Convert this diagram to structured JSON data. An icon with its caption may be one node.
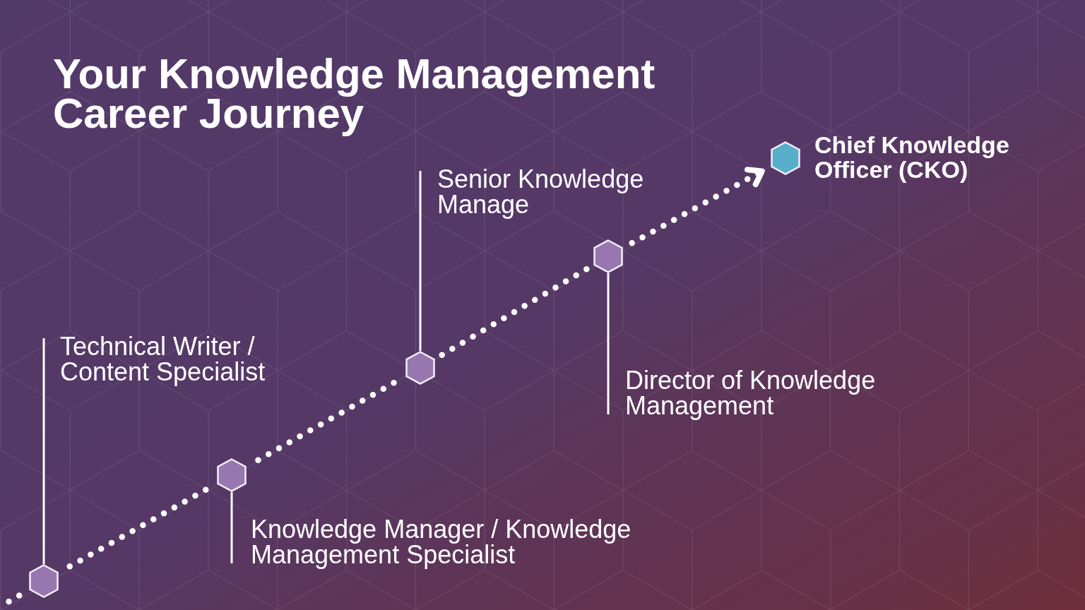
{
  "diagram": {
    "title": "Your Knowledge Management Career Journey",
    "nodes": [
      {
        "text": [],
        "shape": "hexagon"
      },
      {
        "text": [
          "Technical Writer / Content Specialist"
        ]
      },
      {
        "text": [],
        "shape": "hexagon"
      },
      {
        "text": [
          "Knowledge Manager / Knowledge Management Specialist"
        ]
      },
      {
        "text": [],
        "shape": "hexagon"
      },
      {
        "text": [
          "Senior Knowledge Manage"
        ]
      },
      {
        "text": [],
        "shape": "hexagon"
      },
      {
        "text": [
          "Director of Knowledge Management"
        ]
      },
      {
        "text": [],
        "shape": "hexagon",
        "beside": [
          "Chief Knowledge Officer (CKO)"
        ]
      }
    ],
    "edges": [
      {
        "from": null,
        "to": 0,
        "arrow": "none",
        "style": "dashed"
      },
      {
        "from": 0,
        "to": 2,
        "arrow": "none",
        "style": "dashed"
      },
      {
        "from": 2,
        "to": 4,
        "arrow": "none",
        "style": "dashed"
      },
      {
        "from": 4,
        "to": 6,
        "arrow": "none",
        "style": "dashed"
      },
      {
        "from": 6,
        "to": 8,
        "arrow": "to",
        "style": "dashed"
      },
      {
        "from": 1,
        "to": 0,
        "arrow": "none"
      },
      {
        "from": 3,
        "to": 2,
        "arrow": "none"
      },
      {
        "from": 5,
        "to": 4,
        "arrow": "none"
      },
      {
        "from": 7,
        "to": 6,
        "arrow": "none"
      }
    ]
  }
}
